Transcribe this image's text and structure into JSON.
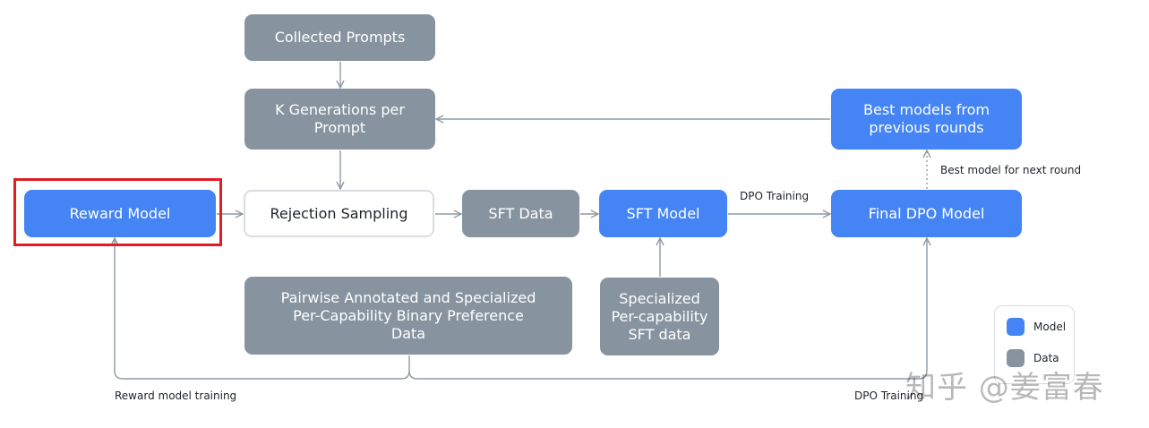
{
  "nodes": {
    "collected_prompts": "Collected Prompts",
    "k_generations": "K Generations per Prompt",
    "reward_model": "Reward Model",
    "rejection_sampling": "Rejection Sampling",
    "sft_data": "SFT Data",
    "sft_model": "SFT Model",
    "final_dpo_model": "Final DPO Model",
    "best_models": "Best models from previous rounds",
    "pairwise_data": "Pairwise Annotated and Specialized Per-Capability Binary Preference Data",
    "specialized_sft": "Specialized Per-capability SFT data"
  },
  "edge_labels": {
    "dpo_training_top": "DPO Training",
    "best_model_next_round": "Best model for next round",
    "reward_model_training": "Reward model training",
    "dpo_training_bottom": "DPO Training"
  },
  "legend": {
    "model": "Model",
    "data": "Data"
  },
  "watermark": "知乎 @姜富春",
  "colors": {
    "model": "#4484f4",
    "data": "#87949f",
    "highlight": "#e01c24",
    "arrow": "#8f9aa3"
  }
}
